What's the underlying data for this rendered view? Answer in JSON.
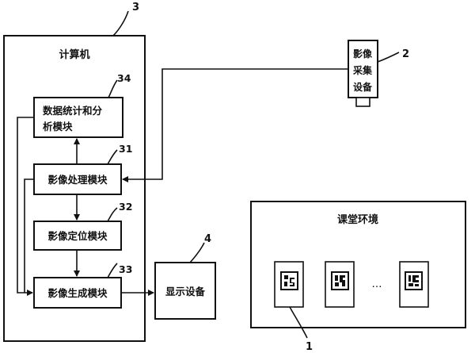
{
  "computer": {
    "title": "计算机",
    "ref": "3"
  },
  "modules": {
    "stats_line1": "数据统计和分",
    "stats_line2": "析模块",
    "stats_ref": "34",
    "processing": "影像处理模块",
    "processing_ref": "31",
    "positioning": "影像定位模块",
    "positioning_ref": "32",
    "generation": "影像生成模块",
    "generation_ref": "33"
  },
  "camera": {
    "line1": "影像",
    "line2": "采集",
    "line3": "设备",
    "ref": "2"
  },
  "display": {
    "label": "显示设备",
    "ref": "4"
  },
  "classroom": {
    "title": "课堂环境",
    "ellipsis": "…",
    "ref": "1"
  }
}
